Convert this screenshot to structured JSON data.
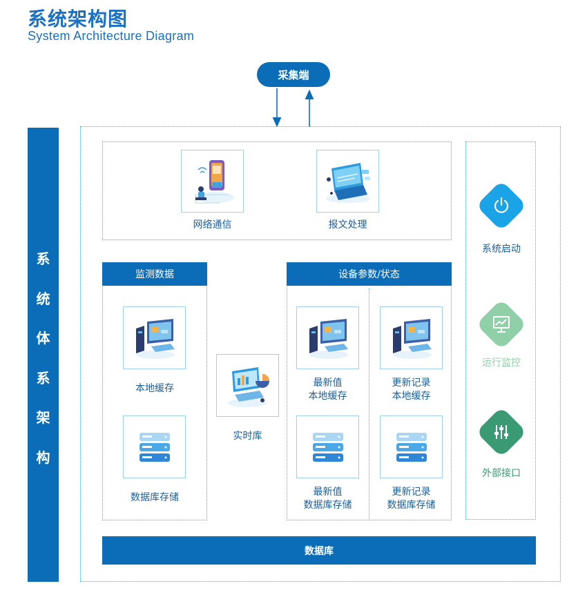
{
  "title": {
    "cn": "系统架构图",
    "en": "System Architecture Diagram"
  },
  "collector": {
    "label": "采集端"
  },
  "left_bar": {
    "chars": [
      "系",
      "统",
      "体",
      "系",
      "架",
      "构"
    ]
  },
  "comm": {
    "network_label": "网络通信",
    "message_label": "报文处理"
  },
  "system": {
    "start_label": "系统启动",
    "monitor_label": "运行监控",
    "interface_label": "外部接口"
  },
  "monitoring": {
    "header": "监测数据",
    "cache_label": "本地缓存",
    "db_label": "数据库存储"
  },
  "realtime": {
    "label": "实时库"
  },
  "device": {
    "header": "设备参数/状态",
    "latest_cache_line1": "最新值",
    "latest_cache_line2": "本地缓存",
    "update_cache_line1": "更新记录",
    "update_cache_line2": "本地缓存",
    "latest_db_line1": "最新值",
    "latest_db_line2": "数据库存储",
    "update_db_line1": "更新记录",
    "update_db_line2": "数据库存储"
  },
  "database": {
    "label": "数据库"
  },
  "colors": {
    "primary": "#0b6db8",
    "title": "#1a70c2",
    "dotted": "#4aa6dc",
    "start": "#1aa3e6",
    "monitor": "#8fd0a8",
    "interface": "#3a9a74"
  }
}
